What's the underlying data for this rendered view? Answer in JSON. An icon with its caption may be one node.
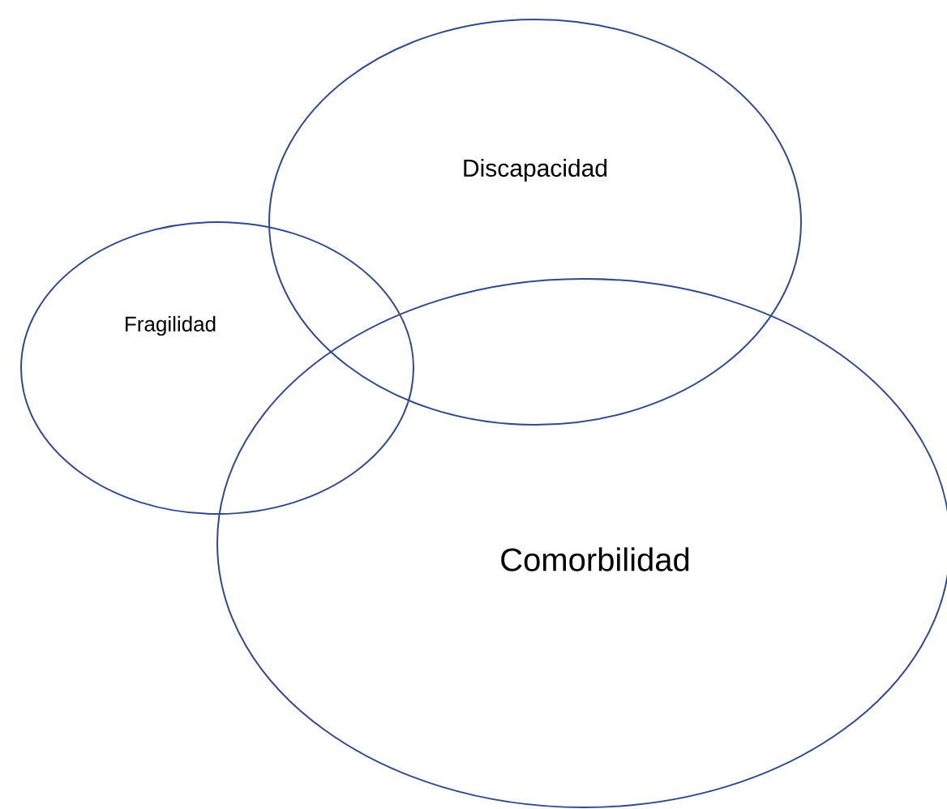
{
  "diagram": {
    "nodes": [
      {
        "text": [
          "Discapacidad"
        ]
      },
      {
        "text": [
          "Fragilidad"
        ]
      },
      {
        "text": [
          "Comorbilidad"
        ]
      }
    ]
  }
}
